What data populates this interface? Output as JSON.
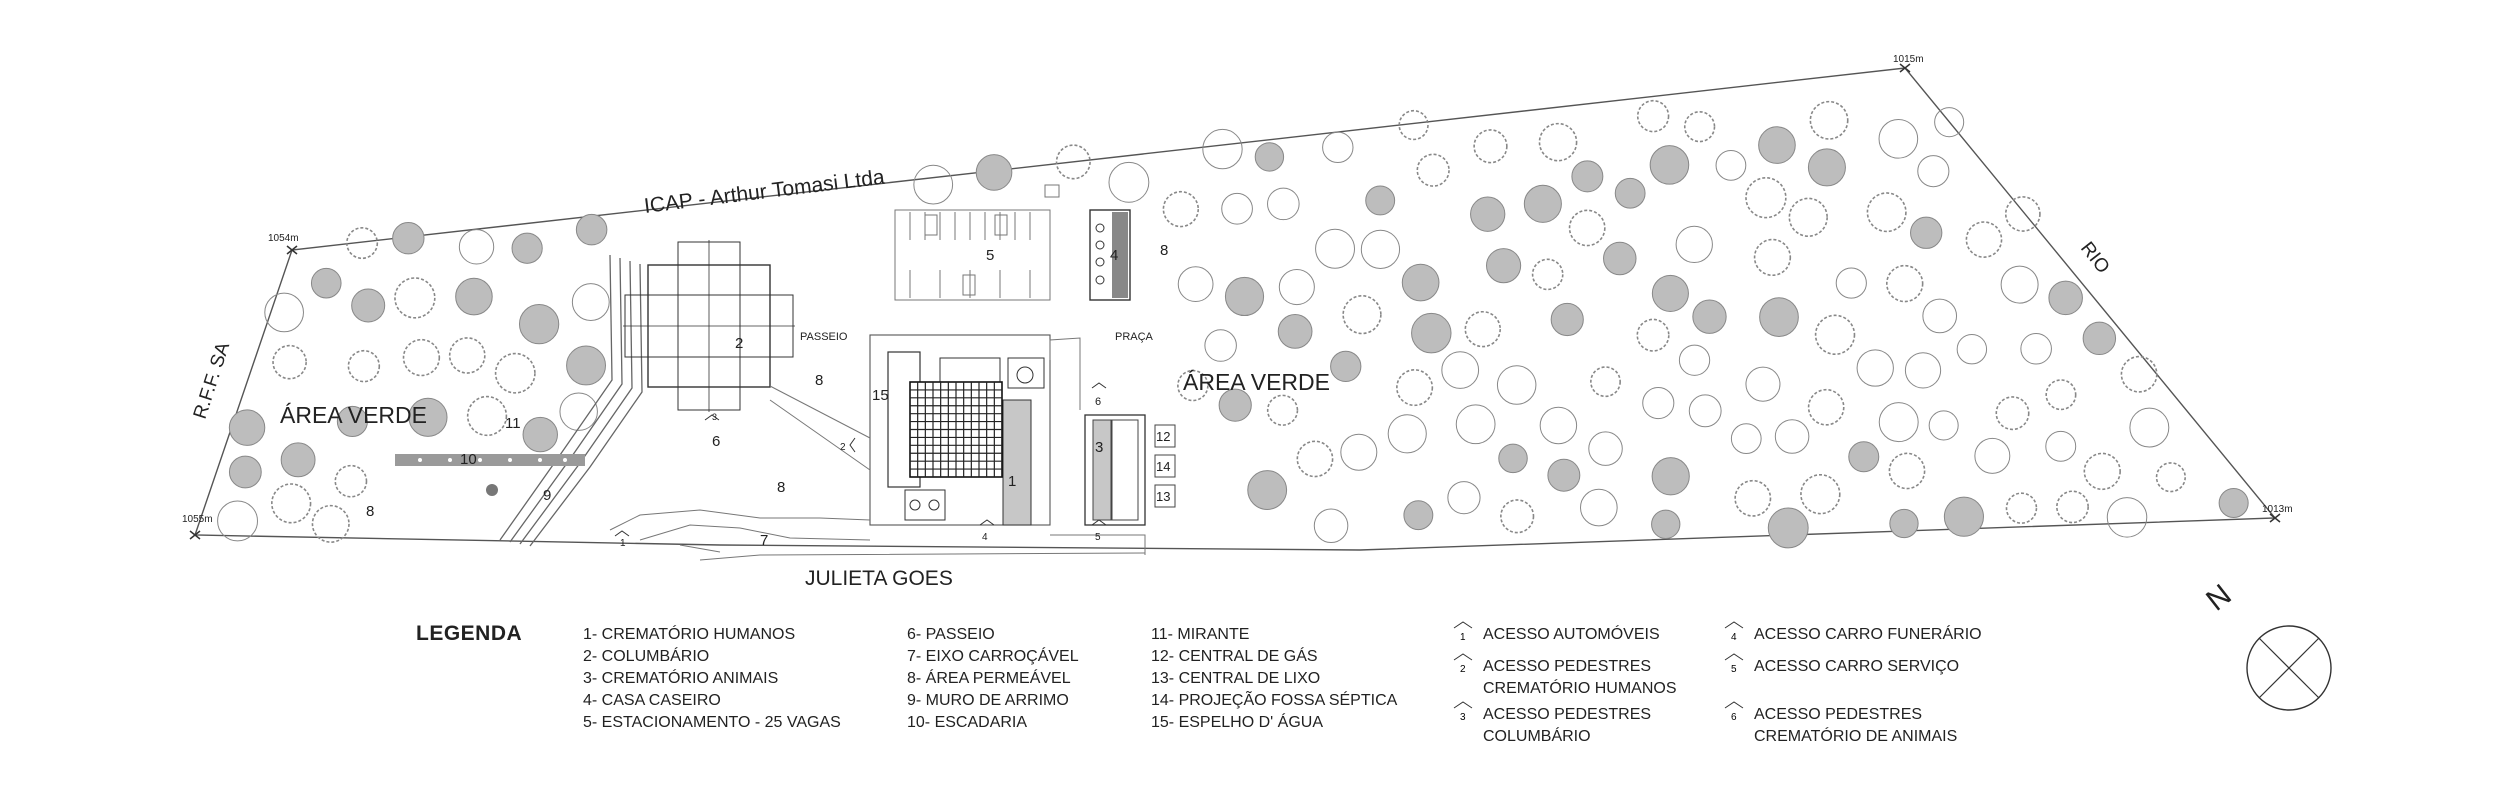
{
  "labels": {
    "owner_top": "ICAP - Arthur Tomasi Ltda",
    "owner_left": "R.F.F. SA",
    "river": "RIO",
    "street": "JULIETA GOES",
    "green_left": "ÁREA VERDE",
    "green_right": "ÁREA VERDE",
    "passeio": "PASSEIO",
    "praca": "PRAÇA",
    "north": "N"
  },
  "elevations": {
    "nw": "1054m",
    "sw": "1055m",
    "ne": "1015m",
    "se": "1013m"
  },
  "numbers": {
    "n1": "1",
    "n2": "2",
    "n3": "3",
    "n3_small": "3",
    "n4": "4",
    "n5": "5",
    "n6": "6",
    "n6_small": "6",
    "n7": "7",
    "n8_a": "8",
    "n8_b": "8",
    "n8_c": "8",
    "n8_d": "8",
    "n9": "9",
    "n10": "10",
    "n11": "11",
    "n12": "12",
    "n13": "13",
    "n14": "14",
    "n15": "15",
    "a1": "1",
    "a2": "2",
    "a4": "4",
    "a5": "5"
  },
  "legend": {
    "title": "LEGENDA",
    "col1": [
      "1- CREMATÓRIO HUMANOS",
      "2- COLUMBÁRIO",
      "3- CREMATÓRIO ANIMAIS",
      "4- CASA CASEIRO",
      "5- ESTACIONAMENTO - 25 VAGAS"
    ],
    "col2": [
      "6- PASSEIO",
      "7- EIXO CARROÇÁVEL",
      "8- ÁREA PERMEÁVEL",
      "9- MURO DE ARRIMO",
      "10- ESCADARIA"
    ],
    "col3": [
      "11- MIRANTE",
      "12- CENTRAL DE GÁS",
      "13- CENTRAL DE LIXO",
      "14- PROJEÇÃO FOSSA SÉPTICA",
      "15- ESPELHO D' ÁGUA"
    ],
    "access": [
      {
        "num": "1",
        "text": "ACESSO AUTOMÓVEIS"
      },
      {
        "num": "2",
        "text": "ACESSO PEDESTRES\nCREMATÓRIO HUMANOS"
      },
      {
        "num": "3",
        "text": "ACESSO PEDESTRES\nCOLUMBÁRIO"
      },
      {
        "num": "4",
        "text": "ACESSO CARRO FUNERÁRIO"
      },
      {
        "num": "5",
        "text": "ACESSO CARRO SERVIÇO"
      },
      {
        "num": "6",
        "text": "ACESSO PEDESTRES\nCREMATÓRIO DE ANIMAIS"
      }
    ]
  },
  "access_lines": {
    "a1_l1": "ACESSO AUTOMÓVEIS",
    "a2_l1": "ACESSO PEDESTRES",
    "a2_l2": "CREMATÓRIO HUMANOS",
    "a3_l1": "ACESSO PEDESTRES",
    "a3_l2": "COLUMBÁRIO",
    "a4_l1": "ACESSO CARRO FUNERÁRIO",
    "a5_l1": "ACESSO CARRO SERVIÇO",
    "a6_l1": "ACESSO PEDESTRES",
    "a6_l2": "CREMATÓRIO DE ANIMAIS"
  },
  "colors": {
    "line": "#555555",
    "tree": "#888888",
    "dark": "#222222"
  }
}
